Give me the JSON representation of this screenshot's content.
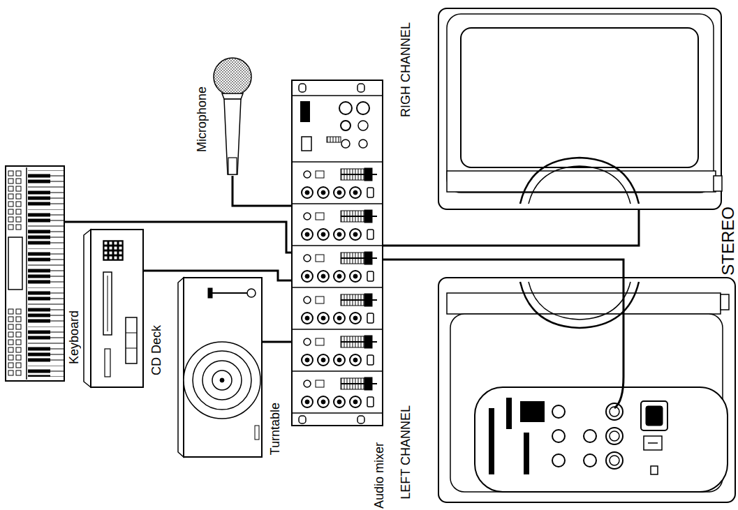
{
  "diagram": {
    "nodes": [
      {
        "text": [
          "Microphone"
        ]
      },
      {
        "text": [
          "Keyboard"
        ]
      },
      {
        "text": [
          "CD Deck"
        ]
      },
      {
        "text": [
          "Turntable"
        ]
      },
      {
        "text": [
          "Audio mixer"
        ]
      },
      {
        "text": [
          "RIGH CHANNEL"
        ]
      },
      {
        "text": [
          "LEFT CHANNEL"
        ]
      }
    ],
    "edges": [
      {
        "from": 0,
        "to": 4,
        "arrow": "none"
      },
      {
        "from": 1,
        "to": 4,
        "arrow": "none"
      },
      {
        "from": 2,
        "to": 4,
        "arrow": "none"
      },
      {
        "from": 3,
        "to": 4,
        "arrow": "none"
      },
      {
        "from": 4,
        "to": 5,
        "arrow": "none"
      },
      {
        "from": 4,
        "to": 6,
        "arrow": "none"
      }
    ],
    "labels": [
      "STEREO"
    ]
  }
}
